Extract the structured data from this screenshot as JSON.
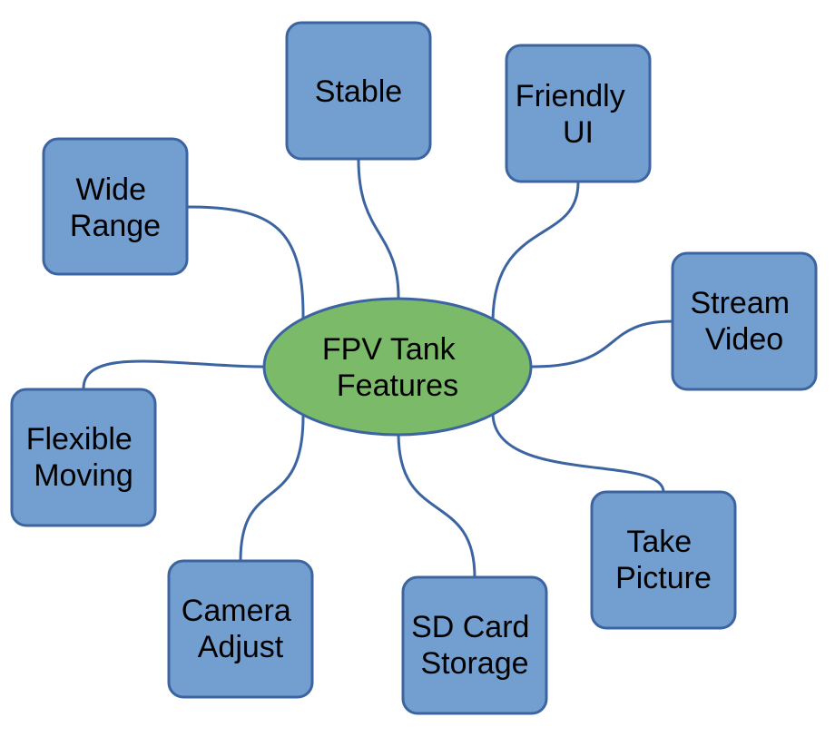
{
  "colors": {
    "node_fill": "#739fd0",
    "node_stroke": "#3c64a0",
    "center_fill": "#7aba68",
    "text": "#000000"
  },
  "center": {
    "lines": [
      "FPV Tank",
      "Features"
    ]
  },
  "nodes": {
    "stable": {
      "lines": [
        "Stable"
      ]
    },
    "friendly_ui": {
      "lines": [
        "Friendly",
        "UI"
      ]
    },
    "wide_range": {
      "lines": [
        "Wide",
        "Range"
      ]
    },
    "stream_video": {
      "lines": [
        "Stream",
        "Video"
      ]
    },
    "flexible_moving": {
      "lines": [
        "Flexible",
        "Moving"
      ]
    },
    "take_picture": {
      "lines": [
        "Take",
        "Picture"
      ]
    },
    "camera_adjust": {
      "lines": [
        "Camera",
        "Adjust"
      ]
    },
    "sd_card_storage": {
      "lines": [
        "SD Card",
        "Storage"
      ]
    }
  }
}
